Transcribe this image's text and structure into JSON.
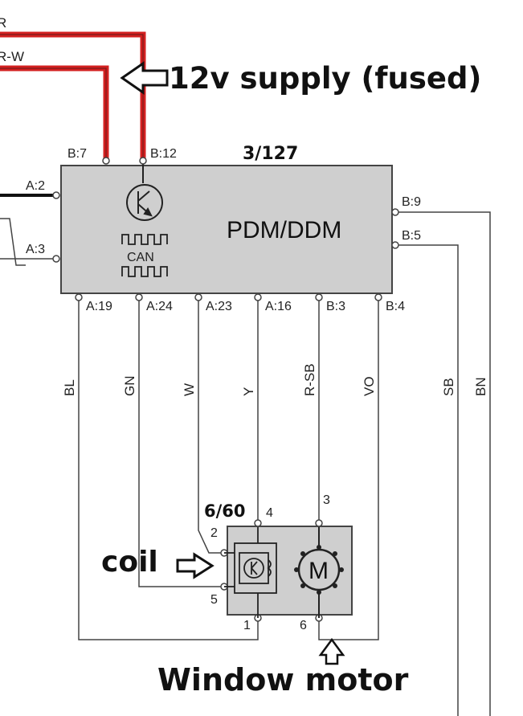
{
  "colors": {
    "red_wire": "#d32020",
    "wire": "#444444",
    "box_fill": "#cfcfcf",
    "box_stroke": "#444444"
  },
  "top_wires": {
    "wire1": "R",
    "wire2": "R-W"
  },
  "annotations": {
    "supply": "12v supply (fused)",
    "coil": "coil",
    "motor": "Window motor"
  },
  "pdm": {
    "id": "3/127",
    "name": "PDM/DDM",
    "can_label": "CAN",
    "pins_top": [
      "B:7",
      "B:12"
    ],
    "pins_left": [
      "A:2",
      "A:3"
    ],
    "pins_right": [
      "B:9",
      "B:5"
    ],
    "pins_bottom": [
      "A:19",
      "A:24",
      "A:23",
      "A:16",
      "B:3",
      "B:4"
    ]
  },
  "wire_colors": [
    "BL",
    "GN",
    "W",
    "Y",
    "R-SB",
    "VO",
    "SB",
    "BN"
  ],
  "motor_unit": {
    "id": "6/60",
    "pins": [
      "4",
      "3",
      "2",
      "5",
      "1",
      "6"
    ],
    "motor_letter": "M",
    "relay_letter": "K"
  },
  "icons": [
    "arrow-left-icon",
    "arrow-right-icon",
    "arrow-up-icon",
    "transistor-icon",
    "can-signal-icon",
    "motor-icon",
    "relay-coil-icon"
  ]
}
